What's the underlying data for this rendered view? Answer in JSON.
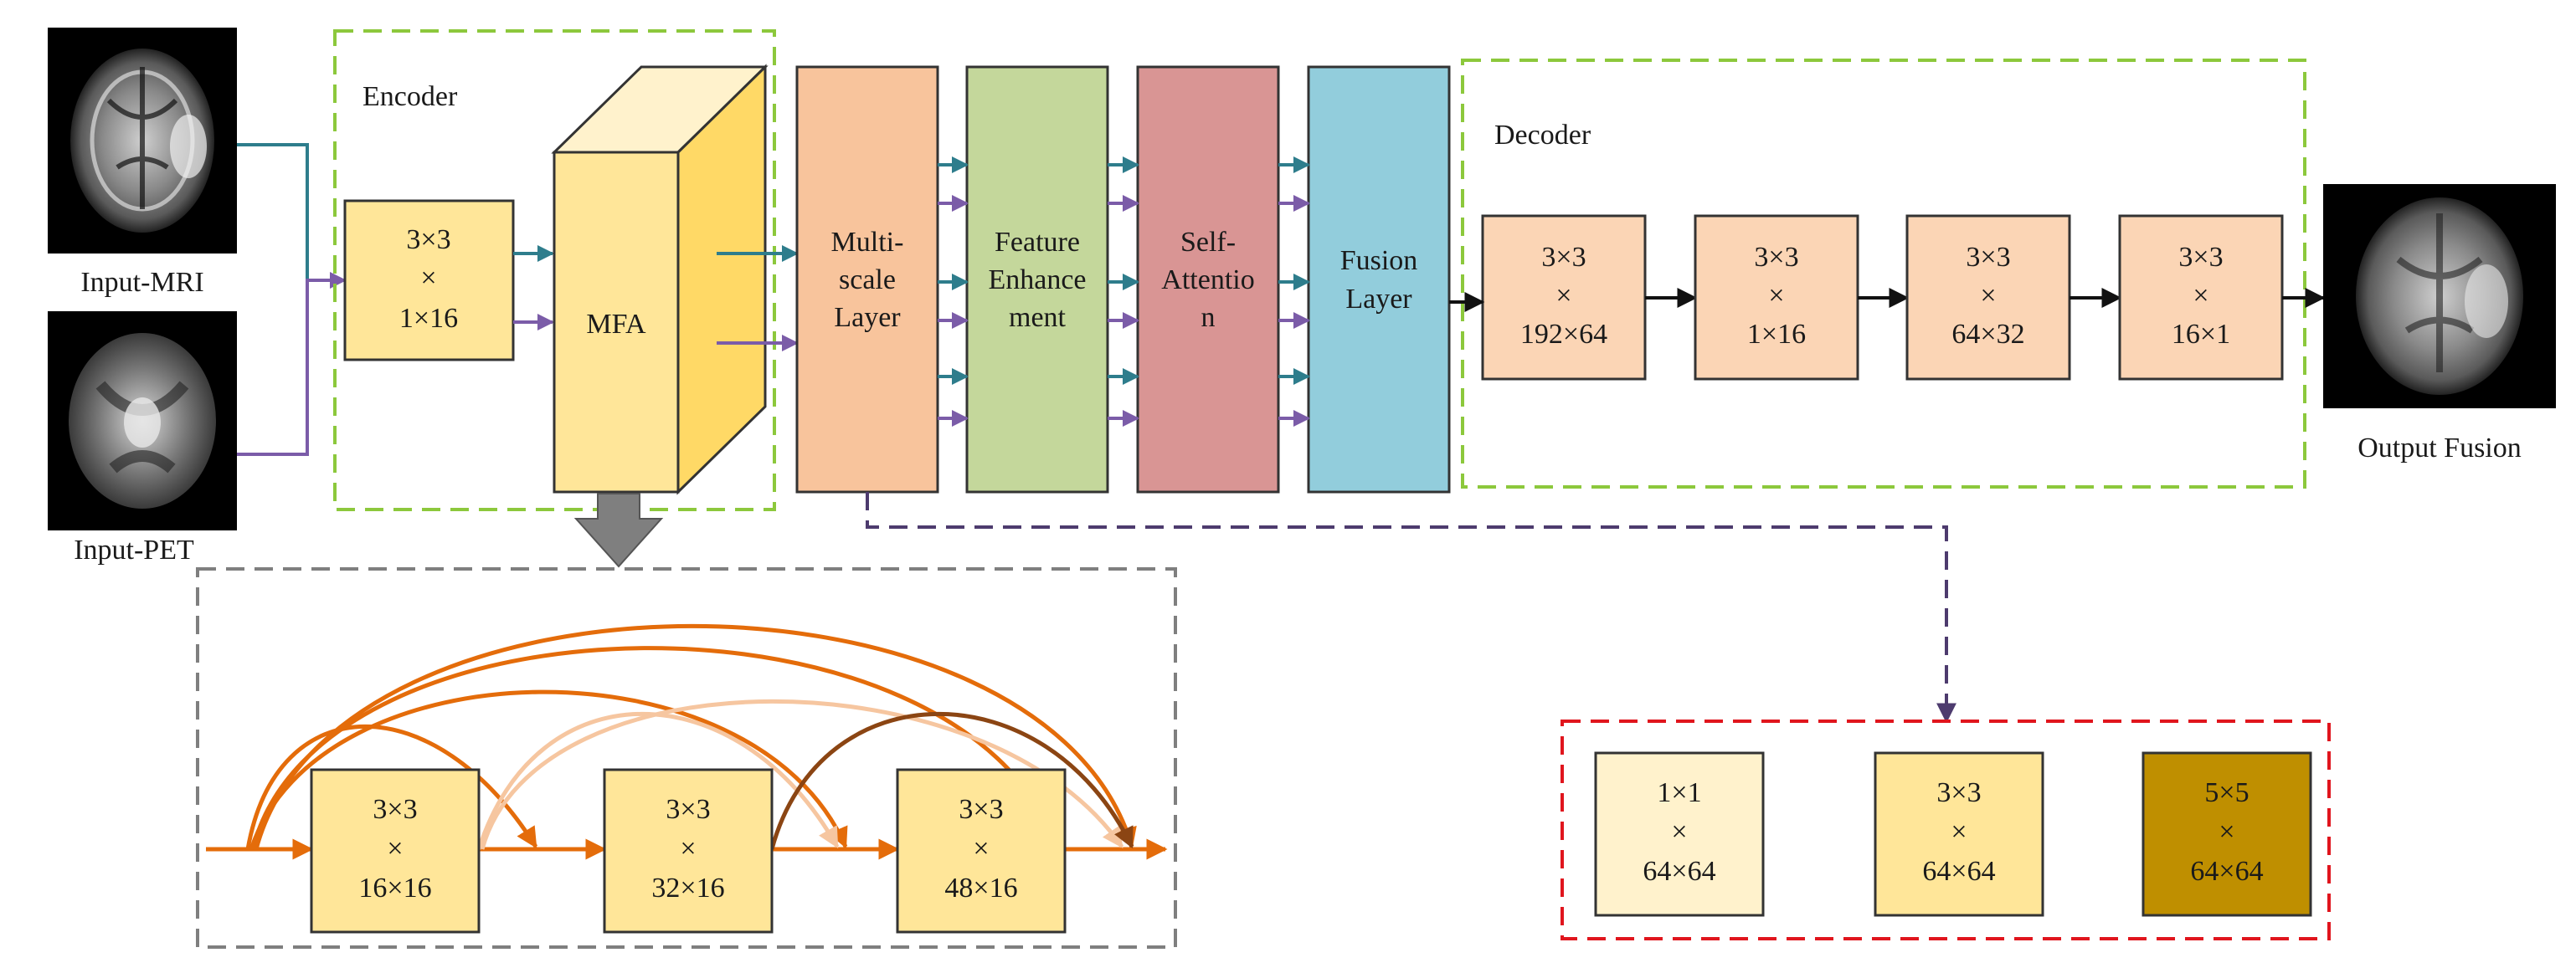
{
  "inputs": {
    "mri_label": "Input-MRI",
    "pet_label": "Input-PET",
    "output_label": "Output Fusion"
  },
  "encoder": {
    "title": "Encoder",
    "conv": [
      "3×3",
      "×",
      "1×16"
    ],
    "mfa_label": "MFA"
  },
  "pipeline": {
    "multiscale": [
      "Multi-",
      "scale",
      "Layer"
    ],
    "feature": [
      "Feature",
      "Enhance",
      "ment"
    ],
    "attention": [
      "Self-",
      "Attentio",
      "n"
    ],
    "fusion": [
      "Fusion",
      "Layer"
    ]
  },
  "decoder": {
    "title": "Decoder",
    "blocks": [
      [
        "3×3",
        "×",
        "192×64"
      ],
      [
        "3×3",
        "×",
        "1×16"
      ],
      [
        "3×3",
        "×",
        "64×32"
      ],
      [
        "3×3",
        "×",
        "16×1"
      ]
    ]
  },
  "mfa_detail": {
    "blocks": [
      [
        "3×3",
        "×",
        "16×16"
      ],
      [
        "3×3",
        "×",
        "32×16"
      ],
      [
        "3×3",
        "×",
        "48×16"
      ]
    ]
  },
  "multiscale_detail": {
    "blocks": [
      [
        "1×1",
        "×",
        "64×64"
      ],
      [
        "3×3",
        "×",
        "64×64"
      ],
      [
        "5×5",
        "×",
        "64×64"
      ]
    ]
  },
  "colors": {
    "encoder_border": "#8cc83c",
    "decoder_border": "#8cc83c",
    "mfa_border": "#7f7f7f",
    "multiscale_border": "#e0151d",
    "teal_arrow": "#2e7d8c",
    "purple_arrow": "#7b5ca8",
    "orange_arc": "#e46c0a",
    "light_arc": "#f6c6a0",
    "brown_arc": "#8b4513",
    "multiscale_fill": "#f8c49c",
    "feature_fill": "#c4d79b",
    "attention_fill": "#d99594",
    "fusion_fill": "#92cddc",
    "decoder_fill": "#fbd5b5",
    "mfa_fill": "#ffe699",
    "k1_fill": "#fff2cc",
    "k3_fill": "#ffe699",
    "k5_fill": "#bf8f00"
  }
}
